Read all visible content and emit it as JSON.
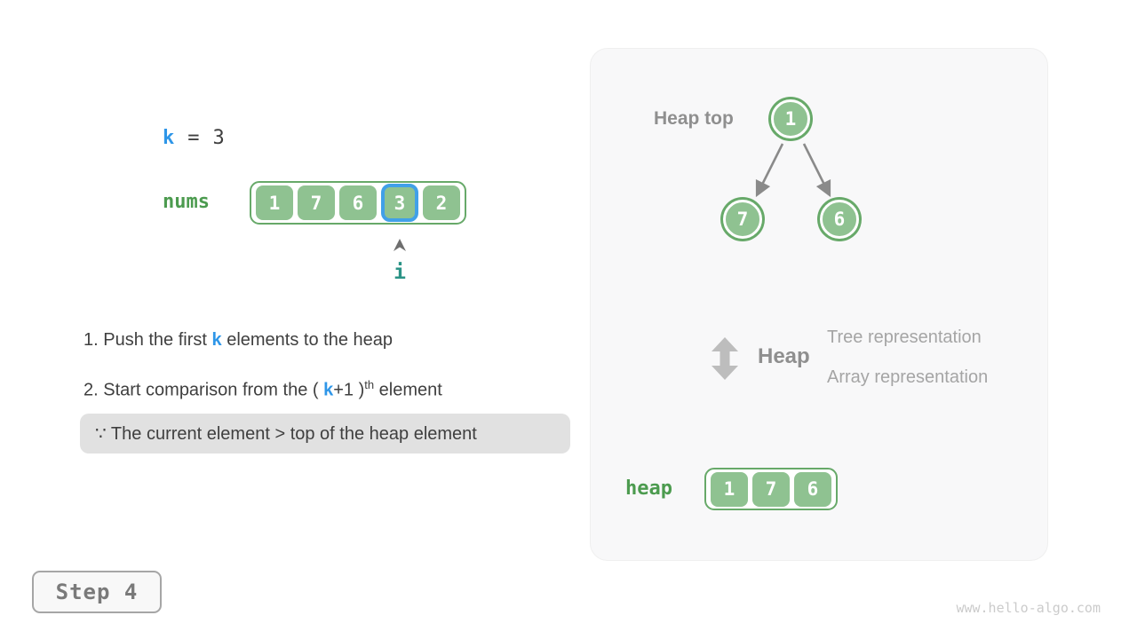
{
  "left": {
    "k_line": {
      "var": "k",
      "eq": "=",
      "val": "3"
    },
    "nums_label": "nums",
    "nums_values": [
      "1",
      "7",
      "6",
      "3",
      "2"
    ],
    "nums_highlight_index": 3,
    "pointer_label": "i",
    "step1": {
      "pre": "1. Push the first ",
      "k": "k",
      "post": " elements to the heap"
    },
    "step2": {
      "pre": "2. Start comparison from the ( ",
      "k": "k",
      "mid": "+1 )",
      "sup": "th",
      "post": " element"
    },
    "note": "∵ The current element > top of the heap element",
    "step_button_label": "Step 4"
  },
  "panel": {
    "heap_top_label": "Heap top",
    "tree": {
      "root": "1",
      "left_child": "7",
      "right_child": "6"
    },
    "heap_word": "Heap",
    "representation_lines": [
      "Tree representation",
      "Array representation"
    ],
    "heap_label": "heap",
    "heap_values": [
      "1",
      "7",
      "6"
    ]
  },
  "footer": {
    "watermark": "www.hello-algo.com"
  },
  "colors": {
    "green_fill": "#8fc291",
    "green_border": "#67a969",
    "green_label_text": "#4c9b4f",
    "blue_accent": "#2e96e8",
    "highlight_cell_border": "#41a0e8",
    "teal_pointer": "#2b9386",
    "gray_heading": "#8f8f8f",
    "gray_representation_text": "#a5a5a5",
    "dark_text": "#3f3f3f",
    "note_background": "#e1e1e1",
    "tree_edge": "#8a8a8a",
    "panel_background": "#f8f8f9"
  }
}
